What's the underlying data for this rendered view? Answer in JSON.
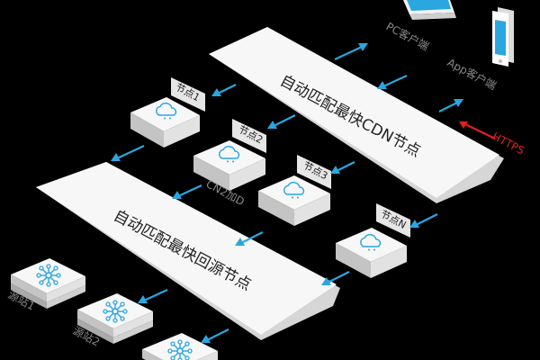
{
  "banners": {
    "cdn_select": "自动匹配最快CDN节点",
    "origin_select": "自动匹配最快回源节点"
  },
  "clients": {
    "pc_label": "PC客户端",
    "app_label": "App客户端",
    "protocol_label": "HTTPS"
  },
  "nodes": {
    "node1_label": "节点1",
    "node2_label": "节点2",
    "node3_label": "节点3",
    "noden_label": "节点N"
  },
  "link": {
    "cn2_label": "CN2加D"
  },
  "origins": {
    "origin1_label": "源站1",
    "origin2_label": "源站2"
  },
  "colors": {
    "background": "#000000",
    "arrow": "#2aa6e0",
    "https": "#e0211d",
    "panel": "#f4f4f4"
  },
  "icons": {
    "node": "cloud-icon",
    "origin": "network-hub-icon",
    "pc": "monitor-icon",
    "app": "phone-icon"
  }
}
